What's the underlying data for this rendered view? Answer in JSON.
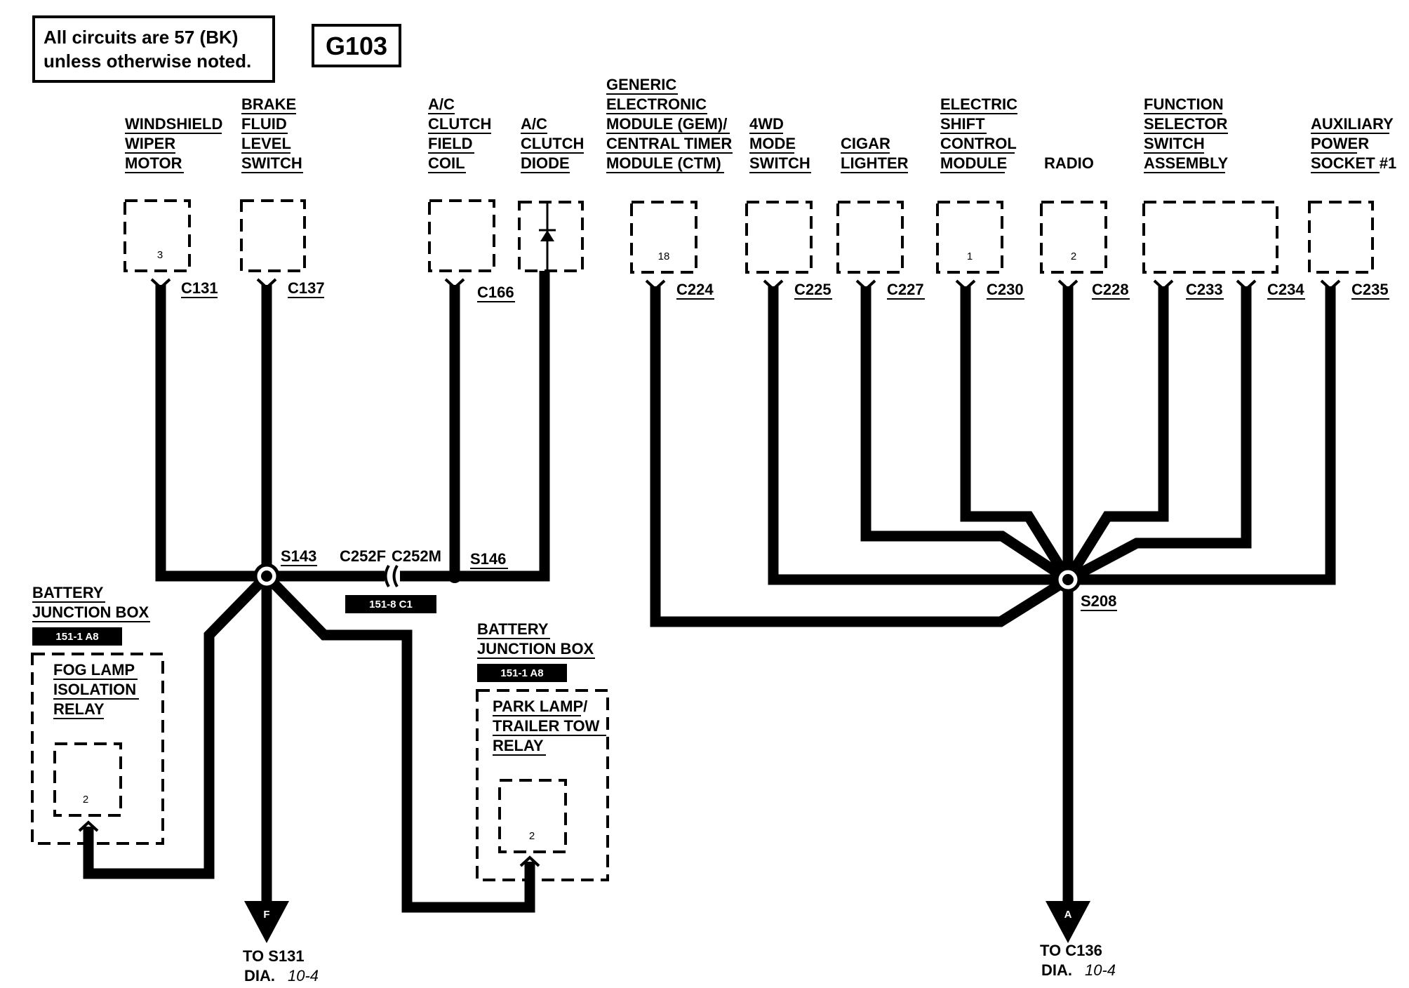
{
  "notes": {
    "line1": "All circuits are 57 (BK)",
    "line2": "unless otherwise noted."
  },
  "ground": {
    "label": "G103"
  },
  "components": {
    "windshield_wiper_motor": {
      "lines": [
        "WINDSHIELD",
        "WIPER",
        "MOTOR"
      ],
      "pin": "3",
      "connector": "C131"
    },
    "brake_fluid_level_switch": {
      "lines": [
        "BRAKE",
        "FLUID",
        "LEVEL",
        "SWITCH"
      ],
      "connector": "C137"
    },
    "ac_clutch_field_coil": {
      "lines": [
        "A/C",
        "CLUTCH",
        "FIELD",
        "COIL"
      ],
      "connector": "C166"
    },
    "ac_clutch_diode": {
      "lines": [
        "A/C",
        "CLUTCH",
        "DIODE"
      ]
    },
    "gem_ctm": {
      "lines": [
        "GENERIC",
        "ELECTRONIC",
        "MODULE (GEM)/",
        "CENTRAL TIMER",
        "MODULE (CTM)"
      ],
      "pin": "18",
      "connector": "C224"
    },
    "four_wd_mode_switch": {
      "lines": [
        "4WD",
        "MODE",
        "SWITCH"
      ],
      "connector": "C225"
    },
    "cigar_lighter": {
      "lines": [
        "CIGAR",
        "LIGHTER"
      ],
      "connector": "C227"
    },
    "electric_shift_control_module": {
      "lines": [
        "ELECTRIC",
        "SHIFT",
        "CONTROL",
        "MODULE"
      ],
      "pin": "1",
      "connector": "C230"
    },
    "radio": {
      "lines": [
        "RADIO"
      ],
      "pin": "2",
      "connector": "C228"
    },
    "function_selector_switch": {
      "lines": [
        "FUNCTION",
        "SELECTOR",
        "SWITCH",
        "ASSEMBLY"
      ],
      "connector_left": "C233",
      "connector_right": "C234"
    },
    "auxiliary_power_socket": {
      "lines": [
        "AUXILIARY",
        "POWER",
        "SOCKET #1"
      ],
      "connector": "C235"
    }
  },
  "splices": {
    "s143": "S143",
    "s146": "S146",
    "s208": "S208"
  },
  "inline_connector": {
    "female": "C252F",
    "male": "C252M",
    "location": "151-8 C1"
  },
  "fog_lamp_relay": {
    "box_lines": [
      "BATTERY",
      "JUNCTION BOX"
    ],
    "location": "151-1 A8",
    "lines": [
      "FOG LAMP",
      "ISOLATION",
      "RELAY"
    ],
    "pin": "2"
  },
  "park_lamp_relay": {
    "box_lines": [
      "BATTERY",
      "JUNCTION BOX"
    ],
    "location": "151-1 A8",
    "lines": [
      "PARK LAMP/",
      "TRAILER TOW",
      "RELAY"
    ],
    "pin": "2"
  },
  "outputs": {
    "f": {
      "letter": "F",
      "to": "TO S131",
      "dia_prefix": "DIA.",
      "dia_page": "10-4"
    },
    "a": {
      "letter": "A",
      "to": "TO C136",
      "dia_prefix": "DIA.",
      "dia_page": "10-4"
    }
  }
}
